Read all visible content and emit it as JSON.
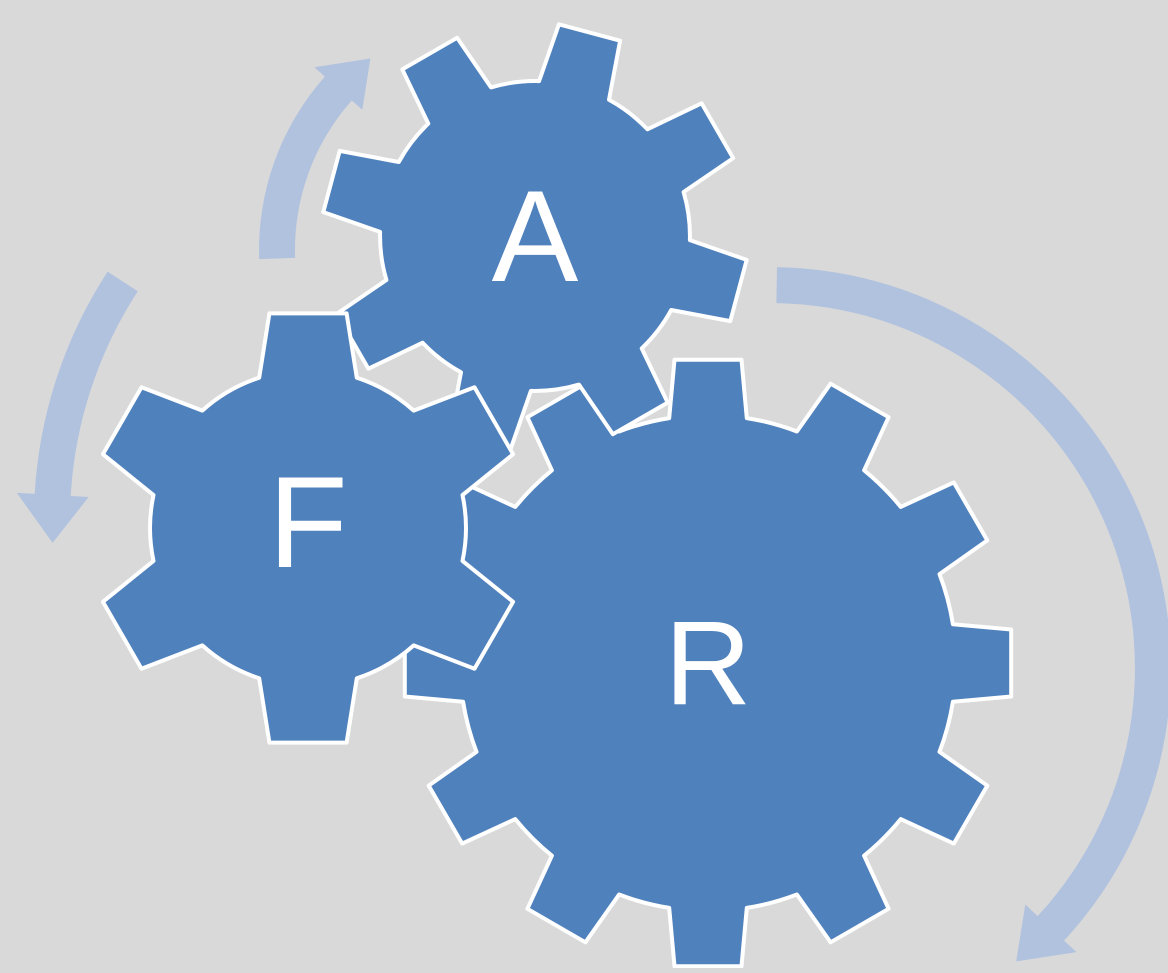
{
  "diagram": {
    "background_color": "#d9d9d9",
    "gear_fill_color": "#4f81bd",
    "gear_outline_color": "#ffffff",
    "arrow_color": "#b1c2df",
    "gears": [
      {
        "id": "A",
        "label": "A"
      },
      {
        "id": "F",
        "label": "F"
      },
      {
        "id": "R",
        "label": "R"
      }
    ],
    "cycle_arrows": [
      {
        "id": "arrow-top-left",
        "direction": "clockwise"
      },
      {
        "id": "arrow-left",
        "direction": "counter-clockwise"
      },
      {
        "id": "arrow-right",
        "direction": "clockwise"
      }
    ]
  }
}
